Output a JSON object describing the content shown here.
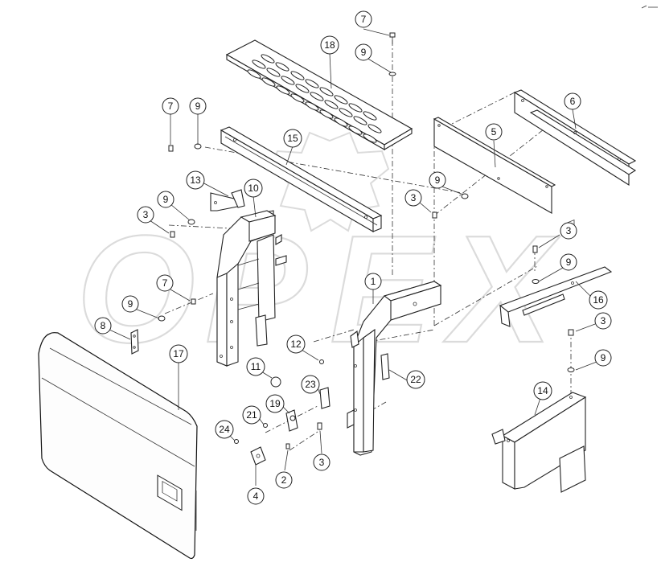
{
  "callouts": [
    {
      "id": "c7a",
      "label": "7"
    },
    {
      "id": "c9a",
      "label": "9"
    },
    {
      "id": "c18",
      "label": "18"
    },
    {
      "id": "c6",
      "label": "6"
    },
    {
      "id": "c7b",
      "label": "7"
    },
    {
      "id": "c9b",
      "label": "9"
    },
    {
      "id": "c5",
      "label": "5"
    },
    {
      "id": "c15",
      "label": "15"
    },
    {
      "id": "c9c",
      "label": "9"
    },
    {
      "id": "c3a",
      "label": "3"
    },
    {
      "id": "c13",
      "label": "13"
    },
    {
      "id": "c10",
      "label": "10"
    },
    {
      "id": "c9d",
      "label": "9"
    },
    {
      "id": "c3b",
      "label": "3"
    },
    {
      "id": "c3c",
      "label": "3"
    },
    {
      "id": "c9e",
      "label": "9"
    },
    {
      "id": "c7c",
      "label": "7"
    },
    {
      "id": "c1",
      "label": "1"
    },
    {
      "id": "c16",
      "label": "16"
    },
    {
      "id": "c9f",
      "label": "9"
    },
    {
      "id": "c8",
      "label": "8"
    },
    {
      "id": "c3d",
      "label": "3"
    },
    {
      "id": "c12",
      "label": "12"
    },
    {
      "id": "c9g",
      "label": "9"
    },
    {
      "id": "c17",
      "label": "17"
    },
    {
      "id": "c11",
      "label": "11"
    },
    {
      "id": "c22",
      "label": "22"
    },
    {
      "id": "c23",
      "label": "23"
    },
    {
      "id": "c14",
      "label": "14"
    },
    {
      "id": "c19",
      "label": "19"
    },
    {
      "id": "c21",
      "label": "21"
    },
    {
      "id": "c24",
      "label": "24"
    },
    {
      "id": "c3e",
      "label": "3"
    },
    {
      "id": "c2",
      "label": "2"
    },
    {
      "id": "c4",
      "label": "4"
    }
  ],
  "watermark": {
    "text": "OPEX",
    "color": "#bdbdbd"
  },
  "colors": {
    "line": "#222222",
    "background": "#ffffff"
  }
}
